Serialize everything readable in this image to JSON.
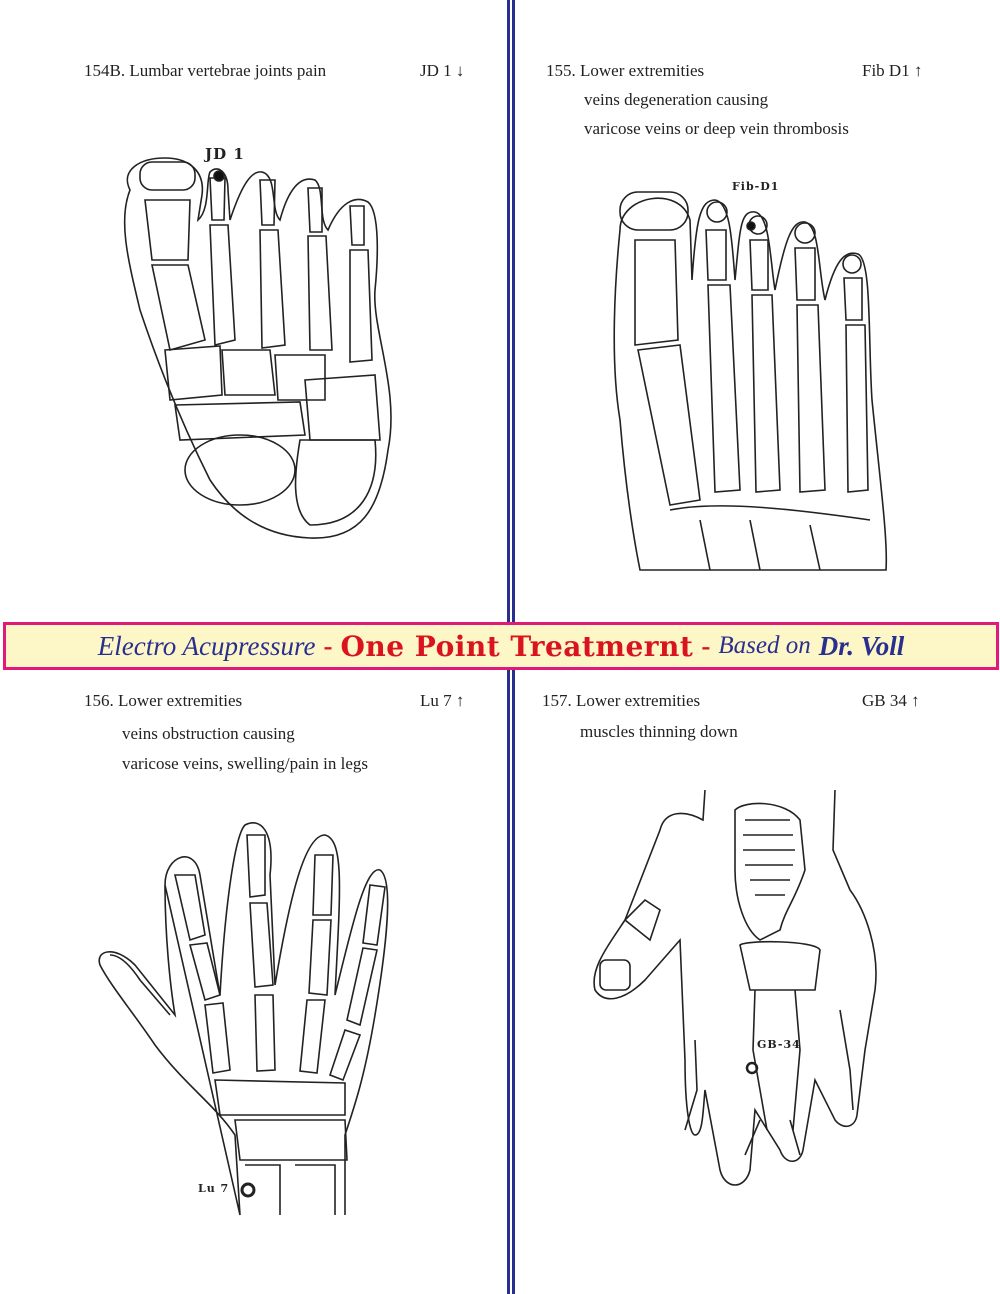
{
  "cards": [
    {
      "title": "154B. Lumbar vertebrae joints pain",
      "code": "JD 1",
      "arrow": "↓",
      "lines": [],
      "point_label": "JD 1",
      "illustration": "foot-skeleton-top-icon"
    },
    {
      "title": "155. Lower extremities",
      "code": "Fib D1",
      "arrow": "↑",
      "lines": [
        "veins degeneration causing",
        "varicose veins or deep vein thrombosis"
      ],
      "point_label": "Fib-D1",
      "illustration": "toes-skeleton-icon"
    },
    {
      "title": "156. Lower extremities",
      "code": "Lu 7",
      "arrow": "↑",
      "lines": [
        "veins  obstruction causing",
        "varicose veins, swelling/pain in legs"
      ],
      "point_label": "Lu 7",
      "illustration": "hand-skeleton-icon"
    },
    {
      "title": "157. Lower extremities",
      "code": "GB 34",
      "arrow": "↑",
      "lines": [
        "muscles thinning down"
      ],
      "point_label": "GB-34",
      "illustration": "hand-body-correspondence-icon"
    }
  ],
  "banner": {
    "part1": "Electro Acupressure",
    "sep1": "-",
    "part2": "One Point Treatmernt",
    "sep2": "-",
    "part3": "Based on",
    "part4": "Dr. Voll"
  },
  "colors": {
    "divider": "#2a2f8f",
    "banner_border": "#e0197a",
    "banner_bg": "#fdf7c8",
    "banner_red": "#d9141f",
    "banner_blue": "#2a2f8f"
  }
}
